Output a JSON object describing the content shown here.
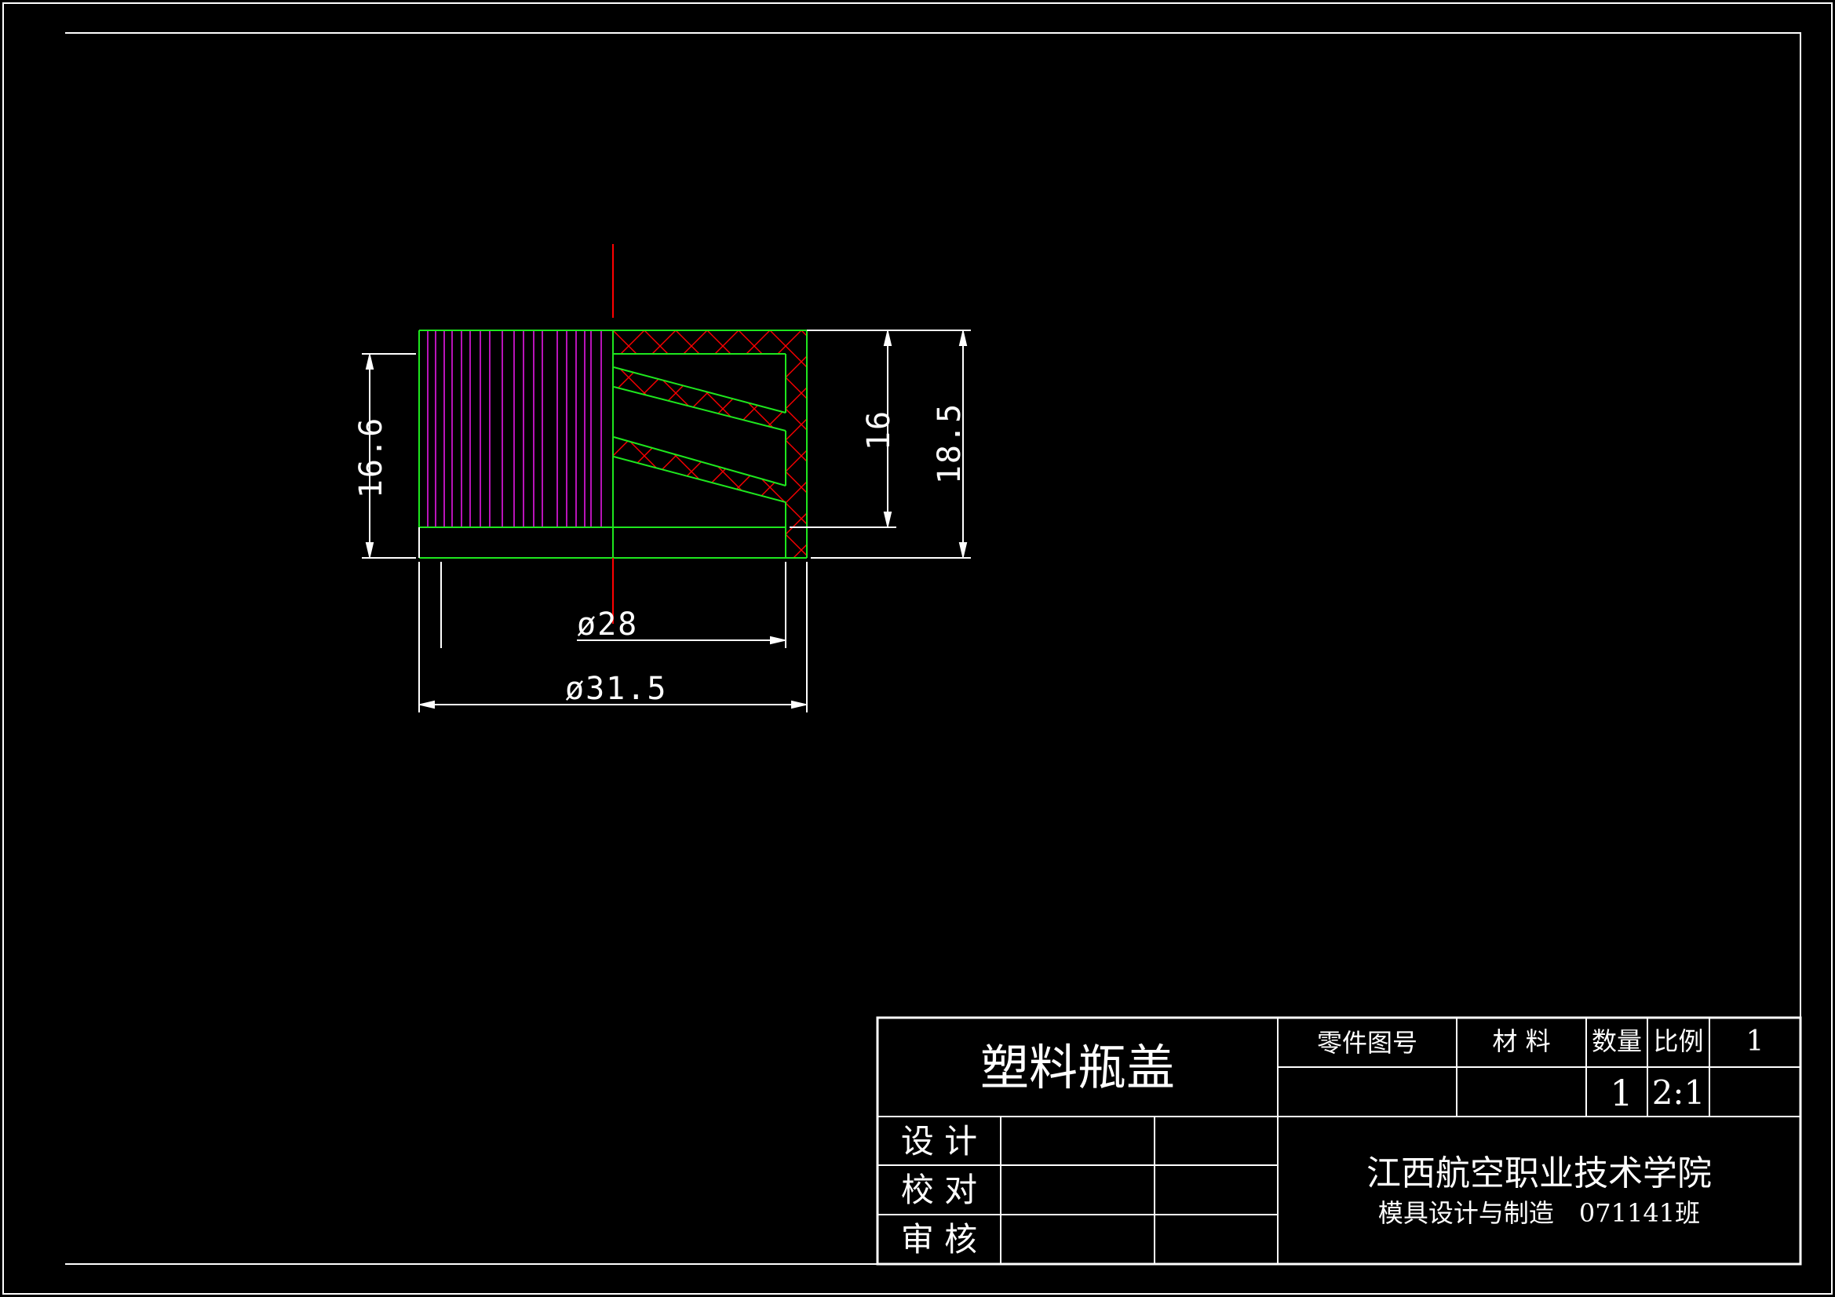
{
  "drawing": {
    "colors": {
      "background": "#000000",
      "frame": "#ffffff",
      "outline": "#1ee61e",
      "knurl": "#e619e6",
      "hatch": "#ff0000",
      "centerline": "#ff0000",
      "dimension": "#ffffff"
    },
    "dimensions": {
      "left_height": "16.6",
      "inner_height": "16",
      "outer_height": "18.5",
      "inner_diameter": "ø28",
      "outer_diameter": "ø31.5"
    }
  },
  "title_block": {
    "part_name": "塑料瓶盖",
    "part_number_label": "零件图号",
    "material_label": "材 料",
    "quantity_label": "数量",
    "scale_label": "比例",
    "sheet_value": "1",
    "quantity_value": "1",
    "scale_value": "2:1",
    "roles": [
      {
        "label": "设 计"
      },
      {
        "label": "校 对"
      },
      {
        "label": "审 核"
      }
    ],
    "school": "江西航空职业技术学院",
    "department": "模具设计与制造　071141班"
  }
}
